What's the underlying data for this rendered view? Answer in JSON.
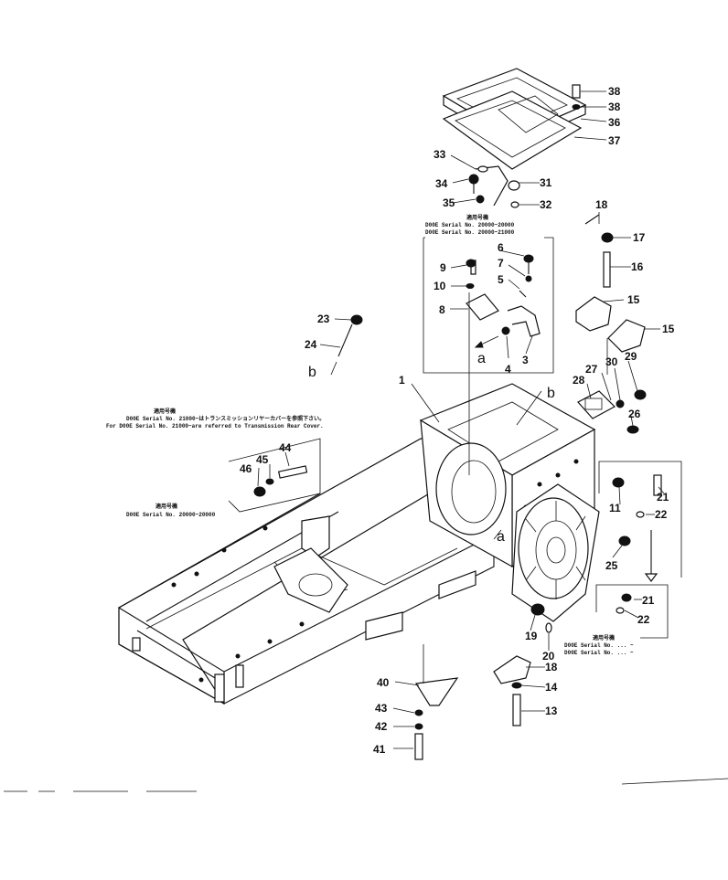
{
  "diagram": {
    "callouts": [
      {
        "id": "1",
        "label": "1"
      },
      {
        "id": "3",
        "label": "3"
      },
      {
        "id": "4",
        "label": "4"
      },
      {
        "id": "5",
        "label": "5"
      },
      {
        "id": "6",
        "label": "6"
      },
      {
        "id": "7",
        "label": "7"
      },
      {
        "id": "8",
        "label": "8"
      },
      {
        "id": "9",
        "label": "9"
      },
      {
        "id": "10",
        "label": "10"
      },
      {
        "id": "11",
        "label": "11"
      },
      {
        "id": "13",
        "label": "13"
      },
      {
        "id": "14",
        "label": "14"
      },
      {
        "id": "15a",
        "label": "15"
      },
      {
        "id": "15b",
        "label": "15"
      },
      {
        "id": "16",
        "label": "16"
      },
      {
        "id": "17",
        "label": "17"
      },
      {
        "id": "18a",
        "label": "18"
      },
      {
        "id": "18b",
        "label": "18"
      },
      {
        "id": "19",
        "label": "19"
      },
      {
        "id": "20",
        "label": "20"
      },
      {
        "id": "21a",
        "label": "21"
      },
      {
        "id": "21b",
        "label": "21"
      },
      {
        "id": "22a",
        "label": "22"
      },
      {
        "id": "22b",
        "label": "22"
      },
      {
        "id": "23",
        "label": "23"
      },
      {
        "id": "24",
        "label": "24"
      },
      {
        "id": "25",
        "label": "25"
      },
      {
        "id": "26",
        "label": "26"
      },
      {
        "id": "27",
        "label": "27"
      },
      {
        "id": "28",
        "label": "28"
      },
      {
        "id": "29",
        "label": "29"
      },
      {
        "id": "30",
        "label": "30"
      },
      {
        "id": "31",
        "label": "31"
      },
      {
        "id": "32",
        "label": "32"
      },
      {
        "id": "33",
        "label": "33"
      },
      {
        "id": "34",
        "label": "34"
      },
      {
        "id": "35",
        "label": "35"
      },
      {
        "id": "36",
        "label": "36"
      },
      {
        "id": "37",
        "label": "37"
      },
      {
        "id": "38a",
        "label": "38"
      },
      {
        "id": "38b",
        "label": "38"
      },
      {
        "id": "40",
        "label": "40"
      },
      {
        "id": "41",
        "label": "41"
      },
      {
        "id": "42",
        "label": "42"
      },
      {
        "id": "43",
        "label": "43"
      },
      {
        "id": "44",
        "label": "44"
      },
      {
        "id": "45",
        "label": "45"
      },
      {
        "id": "46",
        "label": "46"
      }
    ],
    "reference_letters": [
      {
        "id": "a1",
        "label": "a"
      },
      {
        "id": "a2",
        "label": "a"
      },
      {
        "id": "b1",
        "label": "b"
      },
      {
        "id": "b2",
        "label": "b"
      }
    ],
    "serial_notes": {
      "top_box": [
        "適用号機",
        "D00E  Serial  No. 20000~20000",
        "D00E  Serial  No. 20000~21000"
      ],
      "left_main": [
        "適用号機",
        "D00E  Serial  No. 21000~はトランスミッションリヤーカバーを参照下さい。",
        "For D00E Serial No. 21000~are referred to Transmission Rear Cover."
      ],
      "left_box": [
        "適用号機",
        "D00E  Serial  No. 20000~20000"
      ],
      "right_box": [
        "適用号機",
        "D00E  Serial  No.  ...  ~",
        "D00E  Serial  No.  ...  ~"
      ]
    }
  }
}
